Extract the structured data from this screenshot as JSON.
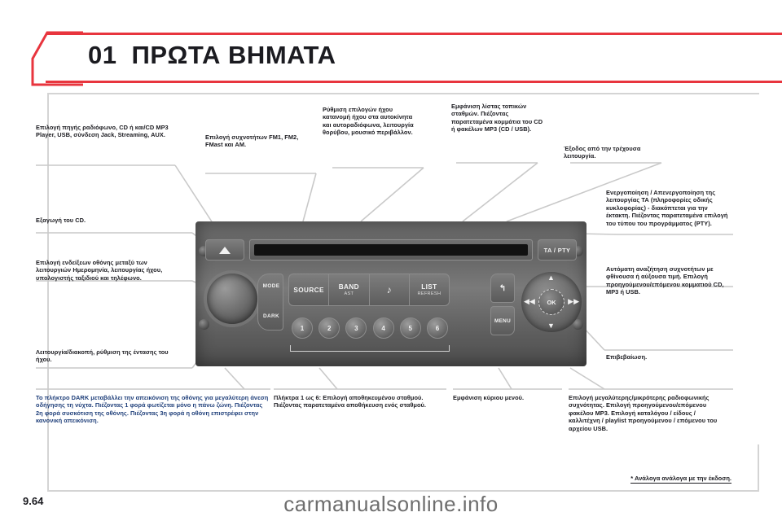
{
  "header": {
    "chapter_number": "01",
    "title": "ΠΡΩΤΑ ΒΗΜΑΤΑ",
    "accent_color": "#e8353e"
  },
  "page": {
    "page_number": "9.64",
    "footnote": "* Ανάλογα ανάλογα με την έκδοση.",
    "watermark": "carmanualsonline.info"
  },
  "callouts": {
    "source_select": "Επιλογή πηγής ραδιόφωνο, CD ή και/CD MP3 Player, USB, σύνδεση Jack, Streaming, AUX.",
    "eject_cd": "Εξαγωγή του CD.",
    "display_select": "Επιλογή ενδείξεων οθόνης μεταξύ των λειτουργιών Ημερομηνία, λειτουργίας ήχου, υπολογιστής ταξιδιού και τηλέφωνο.",
    "volume": "Λειτουργία/διακοπή, ρύθμιση της έντασης του ήχου.",
    "band_select": "Επιλογή συχνοτήτων FM1, FM2, FMast και AM.",
    "audio_settings": "Ρύθμιση επιλογών ήχου κατανομή ήχου στα αυτοκίνητα και αυτοραδιόφωνα, λειτουργία θορύβου, μουσικό περιβάλλον.",
    "list_display": "Εμφάνιση λίστας τοπικών σταθμών. Πιέζοντας παρατεταμένα κομμάτια του CD ή φακέλων MP3 (CD / USB).",
    "exit_mode": "Έξοδος από την τρέχουσα λειτουργία.",
    "traffic_info": "Ενεργοποίηση / Απενεργοποίηση της λειτουργίας ΤΑ (πληροφορίες οδικής κυκλοφορίας) - διακόπτεται για την έκτακτη. Πιέζοντας παρατεταμένα επιλογή του τύπου του προγράμματος (PTY).",
    "seek_tune": "Αυτόματη αναζήτηση συχνοτήτων με φθίνουσα ή αύξουσα τιμή. Επιλογή προηγούμενου/επόμενου κομματιού CD, MP3 ή USB.",
    "validate": "Επιβεβαίωση.",
    "dark_button": "Το πλήκτρο DARK μεταβάλλει την απεικόνιση της οθόνης για μεγαλύτερη άνεση οδήγησης τη νύχτα. Πιέζοντας 1 φορά φωτίζεται μόνο η πάνω ζώνη. Πιέζοντας 2η φορά συσκότιση της οθόνης. Πιέζοντας 3η φορά η οθόνη επιστρέφει στην κανονική απεικόνιση.",
    "presets": "Πλήκτρα 1 ως 6: Επιλογή αποθηκευμένου σταθμού. Πιέζοντας παρατεταμένα αποθήκευση ενός σταθμού.",
    "main_menu": "Εμφάνιση κύριου μενού.",
    "updown_nav": "Επιλογή μεγαλύτερης/μικρότερης ραδιοφωνικής συχνότητας. Επιλογή προηγούμενου/επόμενου φακέλου MP3. Επιλογή καταλόγου / είδους / καλλιτέχνη / playlist προηγούμενου / επόμενου του αρχείου USB."
  },
  "radio": {
    "eject_icon": "eject-icon",
    "tapty_label": "TA / PTY",
    "mode_label": "MODE",
    "dark_label": "DARK",
    "function_buttons": [
      {
        "label": "SOURCE",
        "sub": ""
      },
      {
        "label": "BAND",
        "sub": "AST"
      },
      {
        "label": "♪",
        "sub": ""
      },
      {
        "label": "LIST",
        "sub": "REFRESH"
      }
    ],
    "preset_buttons": [
      "1",
      "2",
      "3",
      "4",
      "5",
      "6"
    ],
    "back_label": "↰",
    "menu_label": "MENU",
    "ok_label": "OK",
    "arrow_up": "▲",
    "arrow_down": "▼",
    "arrow_left": "◀◀",
    "arrow_right": "▶▶"
  }
}
